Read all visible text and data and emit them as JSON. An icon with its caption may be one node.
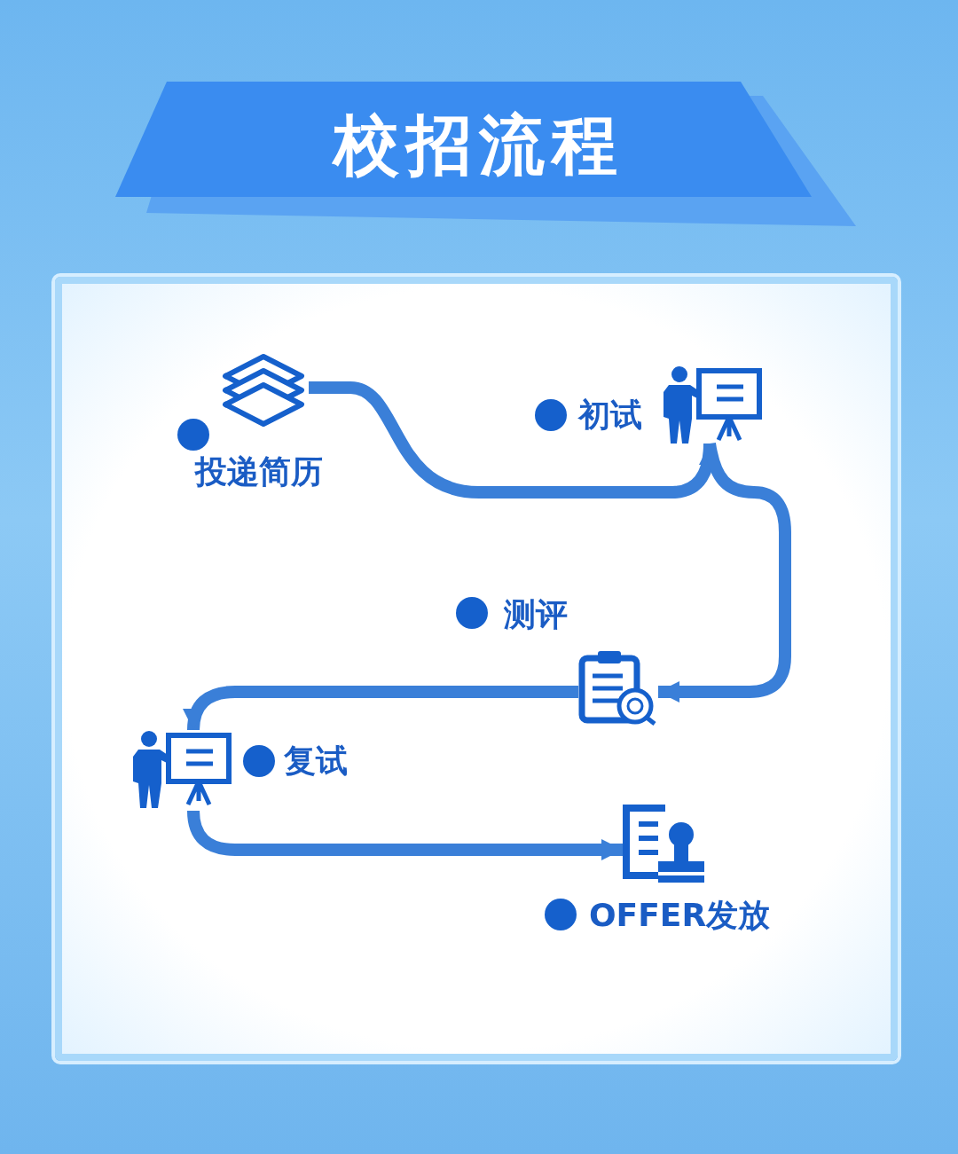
{
  "diagram": {
    "title": "校招流程",
    "nodes": [
      {
        "text": [],
        "shape": "picture",
        "beside": [
          "投递简历"
        ]
      },
      {
        "text": [],
        "shape": "picture",
        "beside": [
          "初试"
        ]
      },
      {
        "text": [],
        "shape": "picture",
        "beside": [
          "测评"
        ]
      },
      {
        "text": [],
        "shape": "picture",
        "beside": [
          "复试"
        ]
      },
      {
        "text": [],
        "shape": "picture",
        "beside": [
          "OFFER发放"
        ]
      }
    ],
    "edges": [
      {
        "from": 0,
        "to": 1,
        "arrow": "to"
      },
      {
        "from": 1,
        "to": 2,
        "arrow": "to"
      },
      {
        "from": 2,
        "to": 3,
        "arrow": "to"
      },
      {
        "from": 3,
        "to": 4,
        "arrow": "to"
      }
    ]
  }
}
